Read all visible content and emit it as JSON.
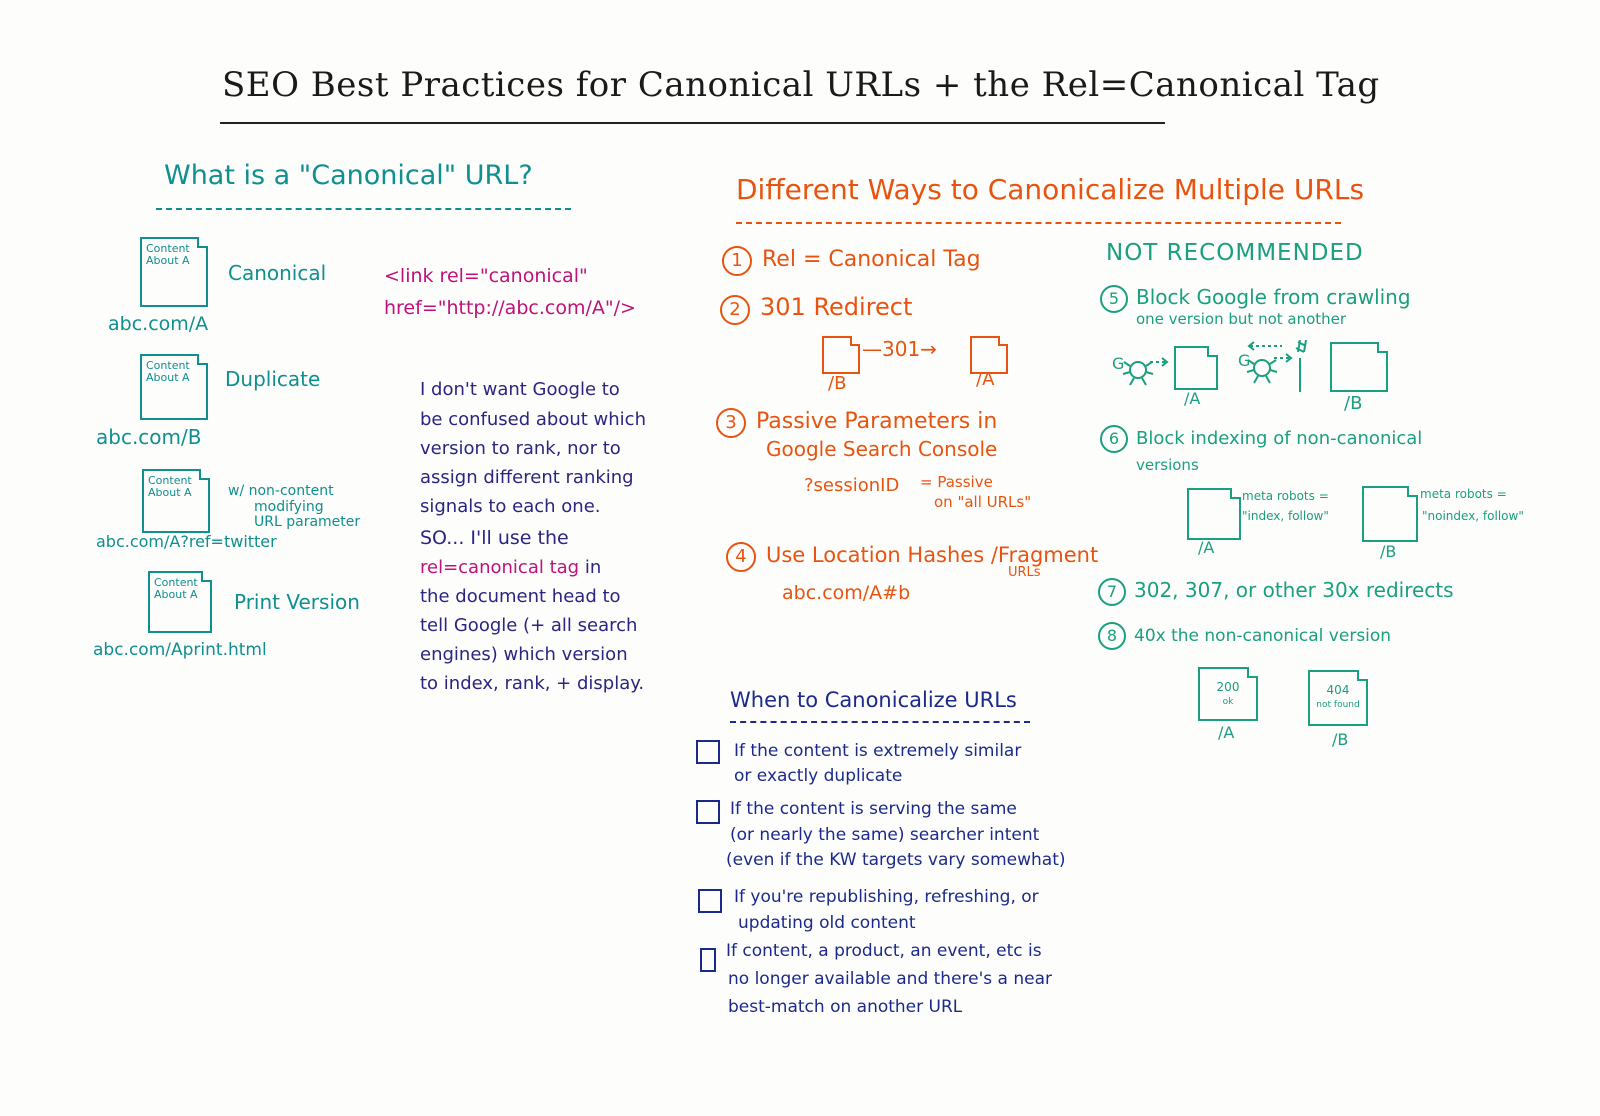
{
  "title": "SEO Best Practices for Canonical URLs + the Rel=Canonical Tag",
  "left": {
    "heading": "What is a \"Canonical\" URL?",
    "docs": [
      {
        "label": "Content About A",
        "type": "Canonical",
        "url": "abc.com/A"
      },
      {
        "label": "Content About A",
        "type": "Duplicate",
        "url": "abc.com/B"
      },
      {
        "label": "Content About A",
        "type_lines": [
          "w/ non-content",
          "modifying",
          "URL parameter"
        ],
        "url": "abc.com/A?ref=twitter"
      },
      {
        "label": "Content About A",
        "type": "Print Version",
        "url": "abc.com/Aprint.html"
      }
    ],
    "code_lines": [
      "<link rel=\"canonical\"",
      "href=\"http://abc.com/A\"/>"
    ],
    "explain_lines": [
      "I don't want Google to",
      "be confused about which",
      "version to rank, nor to",
      "assign different ranking",
      "signals to each one.",
      "SO... I'll use the",
      "rel=canonical tag in",
      "the document head to",
      "tell Google (+ all search",
      "engines) which version",
      "to index, rank, + display."
    ]
  },
  "middle": {
    "heading": "Different Ways to Canonicalize Multiple URLs",
    "items": [
      {
        "num": "1",
        "text": "Rel = Canonical Tag"
      },
      {
        "num": "2",
        "text": "301 Redirect"
      },
      {
        "num": "3",
        "lines": [
          "Passive Parameters in",
          "Google Search Console"
        ]
      },
      {
        "num": "4",
        "text": "Use Location Hashes /Fragment",
        "sub": "URLs"
      }
    ],
    "redirect": {
      "arrow": "—301→",
      "from": "/B",
      "to": "/A"
    },
    "param": {
      "name": "?sessionID",
      "value_lines": [
        "= Passive",
        "on \"all URLs\""
      ]
    },
    "hash_url": "abc.com/A#b"
  },
  "when": {
    "heading": "When to Canonicalize URLs",
    "items": [
      [
        "If the content is extremely similar",
        "or exactly duplicate"
      ],
      [
        "If the content is serving the same",
        "(or nearly the same) searcher intent",
        "(even if the KW targets vary somewhat)"
      ],
      [
        "If you're republishing, refreshing, or",
        "updating old content"
      ],
      [
        "If content, a product, an event, etc is",
        "no longer available and there's a near",
        "best-match on another URL"
      ]
    ]
  },
  "right": {
    "heading": "NOT RECOMMENDED",
    "items": [
      {
        "num": "5",
        "lines": [
          "Block Google from crawling",
          "one version but not another"
        ]
      },
      {
        "num": "6",
        "lines": [
          "Block indexing of non-canonical",
          "versions"
        ]
      },
      {
        "num": "7",
        "lines": [
          "302, 307, or other 30x redirects"
        ]
      },
      {
        "num": "8",
        "lines": [
          "40x the non-canonical version"
        ]
      }
    ],
    "crawl": {
      "a": "/A",
      "b": "/B"
    },
    "meta": [
      {
        "lines": [
          "meta robots =",
          "\"index, follow\""
        ],
        "url": "/A"
      },
      {
        "lines": [
          "meta robots =",
          "\"noindex, follow\""
        ],
        "url": "/B"
      }
    ],
    "status": [
      {
        "lines": [
          "200",
          "ok"
        ],
        "url": "/A"
      },
      {
        "lines": [
          "404",
          "not found"
        ],
        "url": "/B"
      }
    ]
  }
}
